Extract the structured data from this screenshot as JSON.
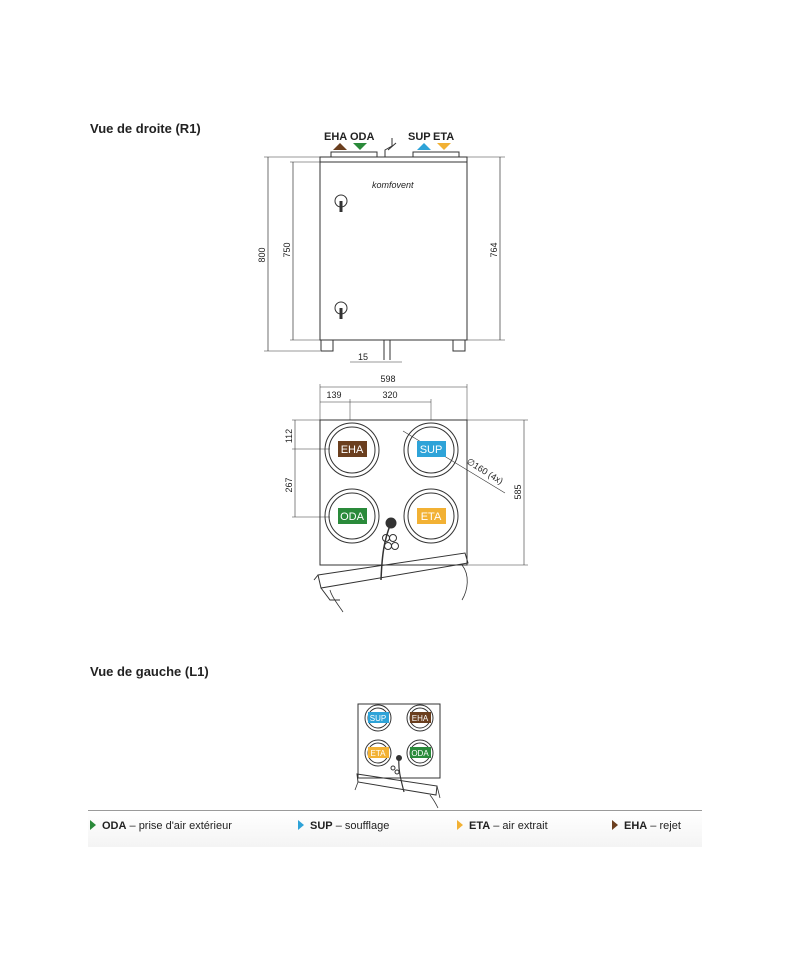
{
  "sections": {
    "right_view_title": "Vue de droite (R1)",
    "left_view_title": "Vue de gauche (L1)"
  },
  "labels": {
    "eha": "EHA",
    "oda": "ODA",
    "sup": "SUP",
    "eta": "ETA",
    "brand": "komfovent",
    "cable_symbol": "Y"
  },
  "dimensions": {
    "d800": "800",
    "d750": "750",
    "d764": "764",
    "d15": "15",
    "d598": "598",
    "d139": "139",
    "d320": "320",
    "d112": "112",
    "d267": "267",
    "d585": "585",
    "diameter": "∅160 (4x)"
  },
  "colors": {
    "eha": "#6b3f1f",
    "oda": "#2a8a3a",
    "sup": "#2ea3d8",
    "eta": "#f2b134"
  },
  "legend": [
    {
      "code": "ODA",
      "text": "– prise d'air extérieur",
      "color": "#2a8a3a"
    },
    {
      "code": "SUP",
      "text": "– soufflage",
      "color": "#2ea3d8"
    },
    {
      "code": "ETA",
      "text": "– air extrait",
      "color": "#f2b134"
    },
    {
      "code": "EHA",
      "text": "– rejet",
      "color": "#6b3f1f"
    }
  ]
}
